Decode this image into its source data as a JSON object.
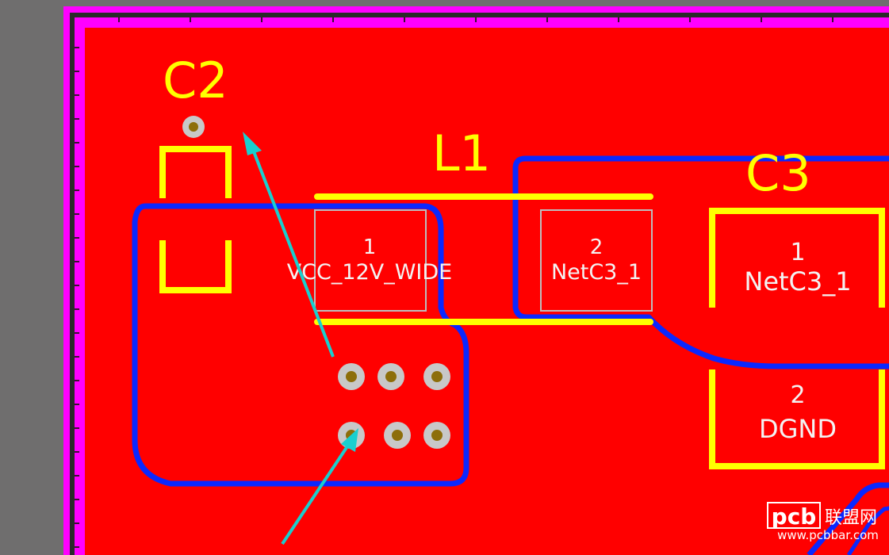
{
  "colors": {
    "background": "#6f6e6e",
    "board_outline": "#ff00ff",
    "copper_top": "#ff0000",
    "silkscreen": "#ffff00",
    "polygon_outline": "#0a28ff",
    "pad_outline": "#bdbdbd",
    "pad_label": "#f3f3f3",
    "via_ring": "#c8c8c8",
    "via_hole": "#8d6e0a",
    "annotation_arrow": "#19cfcf"
  },
  "designators": {
    "c2": "C2",
    "l1": "L1",
    "c3": "C3"
  },
  "pads": {
    "l1_pad1": {
      "number": "1",
      "net": "VCC_12V_WIDE"
    },
    "l1_pad2": {
      "number": "2",
      "net": "NetC3_1"
    },
    "c3_pad1": {
      "number": "1",
      "net": "NetC3_1"
    },
    "c3_pad2": {
      "number": "2",
      "net": "DGND"
    }
  },
  "watermark": {
    "logo": "pcb",
    "cn": "联盟网",
    "url": "www.pcbbar.com"
  },
  "annotations": {
    "arrow_count": 2,
    "via_array": "3x2"
  }
}
